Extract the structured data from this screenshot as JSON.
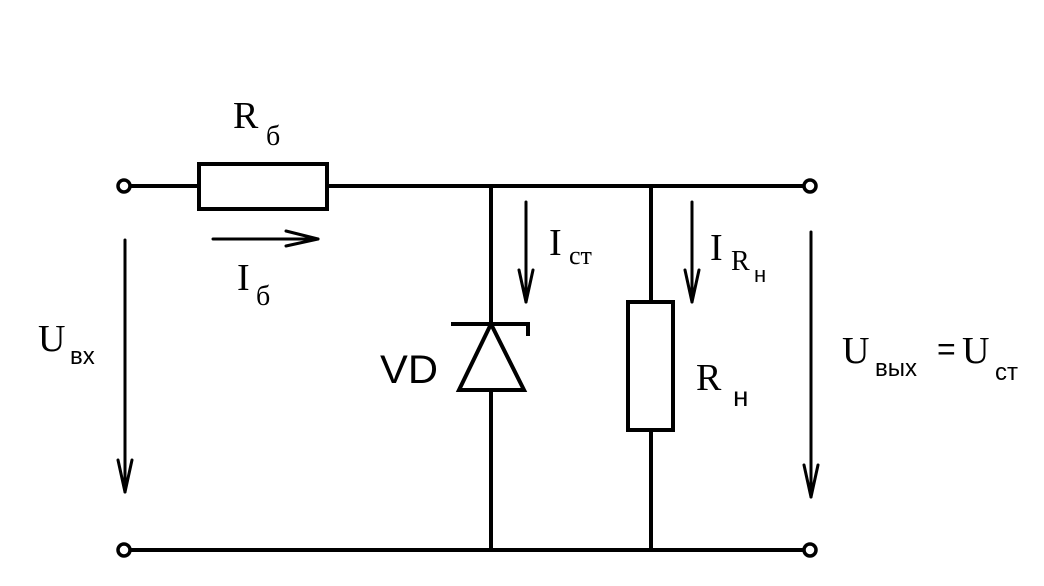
{
  "labels": {
    "r_ballast": {
      "main": "R",
      "sub": "б"
    },
    "i_ballast": {
      "main": "I",
      "sub": "б"
    },
    "u_in": {
      "main": "U",
      "sub": "вх"
    },
    "i_zener": {
      "main": "I",
      "sub": "ст"
    },
    "vd": "VD",
    "i_load": {
      "main": "I",
      "sub": "R",
      "subsub": "н"
    },
    "r_load": {
      "main": "R",
      "sub": "н"
    },
    "u_out": {
      "main": "U",
      "sub": "вых",
      "eq": "=",
      "main2": "U",
      "sub2": "ст"
    }
  }
}
